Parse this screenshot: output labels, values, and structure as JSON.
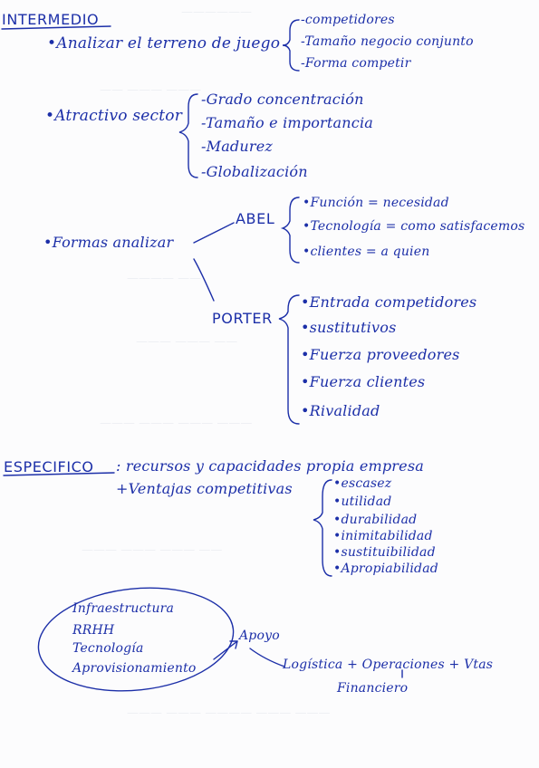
{
  "intermedio": {
    "heading": "INTERMEDIO",
    "analizar": {
      "label": "•Analizar el terreno de juego",
      "items": [
        "-competidores",
        "-Tamaño negocio conjunto",
        "-Forma competir"
      ]
    },
    "atractivo": {
      "label": "•Atractivo sector",
      "items": [
        "-Grado concentración",
        "-Tamaño e importancia",
        "-Madurez",
        "-Globalización"
      ]
    },
    "formas": {
      "label": "•Formas analizar",
      "abel": {
        "label": "ABEL",
        "items": [
          "•Función = necesidad",
          "•Tecnología = como satisfacemos",
          "•clientes = a quien"
        ]
      },
      "porter": {
        "label": "PORTER",
        "items": [
          "•Entrada competidores",
          "•sustitutivos",
          "•Fuerza proveedores",
          "•Fuerza clientes",
          "•Rivalidad"
        ]
      }
    }
  },
  "especifico": {
    "heading": "ESPECIFICO",
    "recursos": ": recursos y capacidades propia empresa",
    "ventajas": "+Ventajas competitivas",
    "items": [
      "•escasez",
      "•utilidad",
      "•durabilidad",
      "•inimitabilidad",
      "•sustituibilidad",
      "•Apropiabilidad"
    ]
  },
  "apoyo": {
    "oval_items": [
      "Infraestructura",
      "RRHH",
      "Tecnología",
      "Aprovisionamiento"
    ],
    "label": "Apoyo",
    "line1": "Logística + Operaciones + Vtas",
    "line2": "Financiero"
  }
}
